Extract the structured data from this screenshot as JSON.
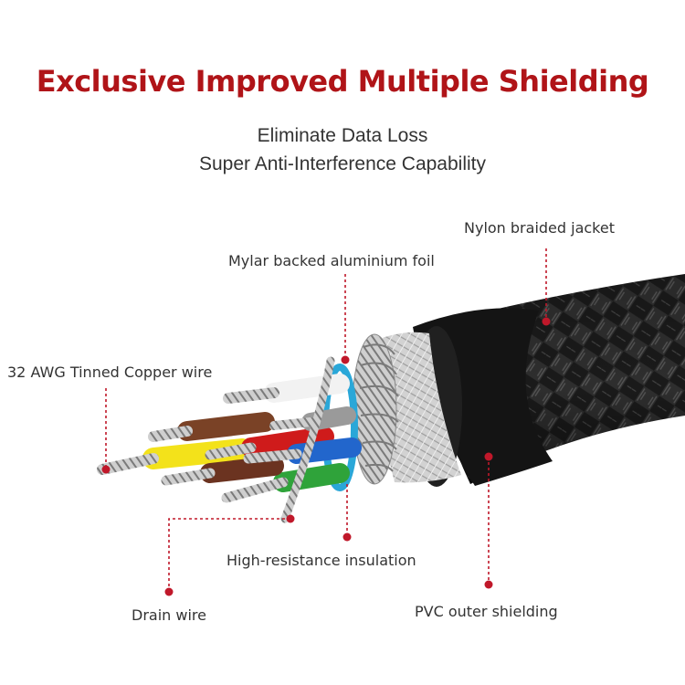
{
  "heading": {
    "title": "Exclusive Improved Multiple Shielding",
    "line1": "Eliminate Data Loss",
    "line2": "Super Anti-Interference Capability"
  },
  "labels": {
    "nylon": "Nylon braided jacket",
    "mylar": "Mylar backed aluminium foil",
    "awg": "32 AWG Tinned Copper wire",
    "insulation": "High-resistance insulation",
    "drain": "Drain wire",
    "pvc": "PVC outer shielding"
  },
  "colors": {
    "title": "#b01418",
    "pointer": "#c0182a",
    "jacket": "#1c1c1c",
    "foil": "#c9c9c9"
  },
  "wires": [
    {
      "name": "white",
      "color": "#f2f2f2"
    },
    {
      "name": "brown",
      "color": "#7a4226"
    },
    {
      "name": "yellow",
      "color": "#f3e21a"
    },
    {
      "name": "red",
      "color": "#cf1b1b"
    },
    {
      "name": "blue",
      "color": "#2266cc"
    },
    {
      "name": "green",
      "color": "#2fa33a"
    },
    {
      "name": "dark-brown",
      "color": "#6b3320"
    },
    {
      "name": "grey",
      "color": "#9a9a9a"
    }
  ]
}
